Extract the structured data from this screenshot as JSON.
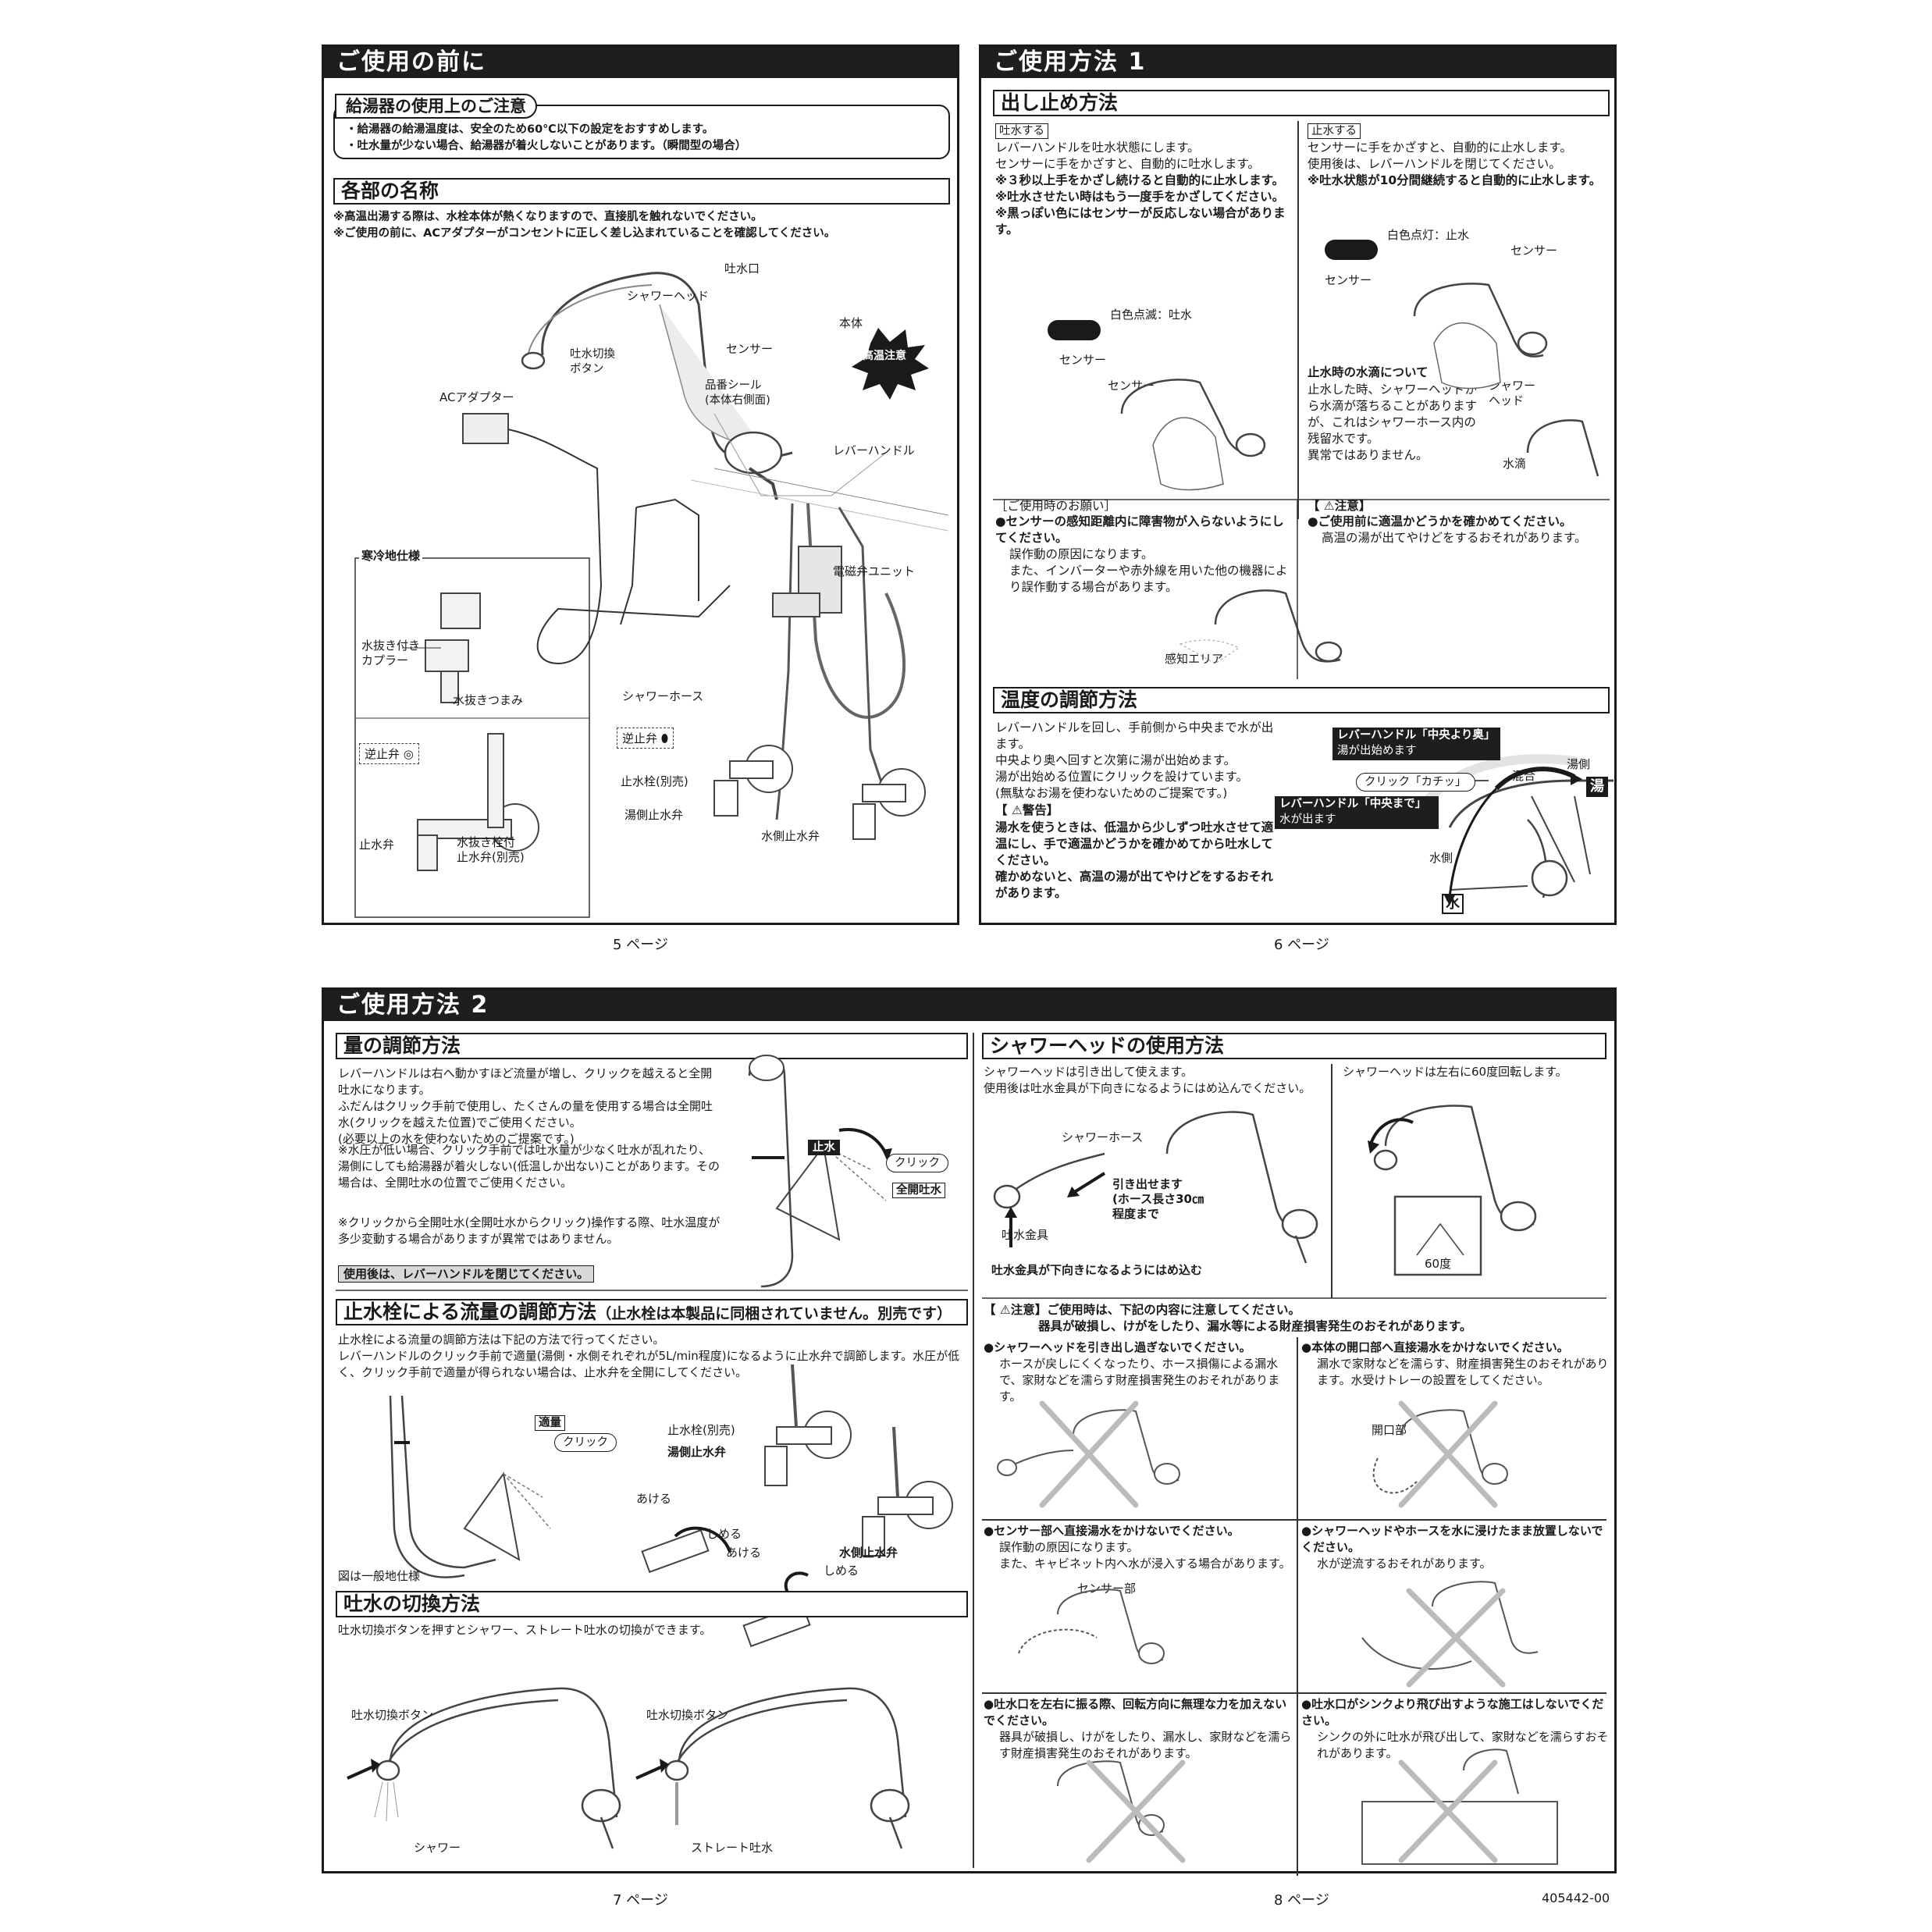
{
  "p5": {
    "header": "ご使用の前に",
    "boiler_title": "給湯器の使用上のご注意",
    "boiler_notes": "・給湯器の給湯温度は、安全のため60℃以下の設定をおすすめします。\n・吐水量が少ない場合、給湯器が着火しないことがあります。（瞬間型の場合）",
    "parts_title": "各部の名称",
    "parts_notes": "※高温出湯する際は、水栓本体が熱くなりますので、直接肌を触れないでください。\n※ご使用の前に、ACアダプターがコンセントに正しく差し込まれていることを確認してください。",
    "labels": {
      "spout": "吐水口",
      "shower_head": "シャワーヘッド",
      "body": "本体",
      "sensor": "センサー",
      "switch_button": "吐水切換\nボタン",
      "high_temp": "高温注意",
      "ac_adapter": "ACアダプター",
      "product_seal": "品番シール\n(本体右側面)",
      "lever": "レバーハンドル",
      "solenoid": "電磁弁ユニット",
      "cold_region": "寒冷地仕様",
      "drain_coupler": "水抜き付き\nカプラー",
      "drain_knob": "水抜きつまみ",
      "check_valve": "逆止弁",
      "shower_hose": "シャワーホース",
      "stop_valve_sep": "止水栓(別売)",
      "hot_stop_valve": "湯側止水弁",
      "cold_stop_valve": "水側止水弁",
      "stop_valve": "止水弁",
      "drain_plug_valve": "水抜き栓付\n止水弁(別売)"
    },
    "page_number": "5 ページ"
  },
  "p6": {
    "header": "ご使用方法 1",
    "section1_title": "出し止め方法",
    "dispense_tag": "吐水する",
    "dispense_text": "レバーハンドルを吐水状態にします。\nセンサーに手をかざすと、自動的に吐水します。",
    "dispense_bold": "※３秒以上手をかざし続けると自動的に止水します。\n※吐水させたい時はもう一度手をかざしてください。\n※黒っぽい色にはセンサーが反応しない場合があります。",
    "blink_label": "白色点滅：吐水",
    "sensor_label": "センサー",
    "stop_tag": "止水する",
    "stop_text": "センサーに手をかざすと、自動的に止水します。\n使用後は、レバーハンドルを閉じてください。",
    "stop_bold": "※吐水状態が10分間継続すると自動的に止水します。",
    "lit_label": "白色点灯：止水",
    "drip_title": "止水時の水滴について",
    "drip_text": "止水した時、シャワーヘッドから水滴が落ちることがありますが、これはシャワーホース内の残留水です。\n異常ではありません。",
    "shower_head_label": "シャワー\nヘッド",
    "water_drop_label": "水滴",
    "request_title": "［ご使用時のお願い］",
    "request_bold": "●センサーの感知距離内に障害物が入らないようにしてください。",
    "request_text": "誤作動の原因になります。\nまた、インバーターや赤外線を用いた他の機器により誤作動する場合があります。",
    "detect_area": "感知エリア",
    "caution_title": "【 ⚠注意】",
    "caution_bold": "●ご使用前に適温かどうかを確かめてください。",
    "caution_text": "高温の湯が出てやけどをするおそれがあります。",
    "temp_title": "温度の調節方法",
    "temp_text": "レバーハンドルを回し、手前側から中央まで水が出ます。\n中央より奥へ回すと次第に湯が出始めます。\n湯が出始める位置にクリックを設けています。\n(無駄なお湯を使わないためのご提案です。)",
    "warning_title": "【 ⚠警告】",
    "warning_bold": "湯水を使うときは、低温から少しずつ吐水させて適温にし、手で適温かどうかを確かめてから吐水してください。\n確かめないと、高温の湯が出てやけどをするおそれがあります。",
    "lever_back_title": "レバーハンドル「中央より奥」",
    "lever_back_text": "湯が出始めます",
    "click_label": "クリック「カチッ」",
    "lever_center_title": "レバーハンドル「中央まで」",
    "lever_center_text": "水が出ます",
    "mix_label": "混合",
    "hot_side_label": "湯側",
    "hot_label": "湯",
    "cold_side_label": "水側",
    "cold_label": "水",
    "page_number": "6 ページ"
  },
  "p7": {
    "header": "ご使用方法 2",
    "flow_title": "量の調節方法",
    "flow_text": "レバーハンドルは右へ動かすほど流量が増し、クリックを越えると全開吐水になります。\nふだんはクリック手前で使用し、たくさんの量を使用する場合は全開吐水(クリックを越えた位置)でご使用ください。\n(必要以上の水を使わないためのご提案です。)",
    "flow_note1": "※水圧が低い場合、クリック手前では吐水量が少なく吐水が乱れたり、湯側にしても給湯器が着火しない(低温しか出ない)ことがあります。その場合は、全開吐水の位置でご使用ください。",
    "flow_note2": "※クリックから全開吐水(全開吐水からクリック)操作する際、吐水温度が多少変動する場合がありますが異常ではありません。",
    "close_notice": "使用後は、レバーハンドルを閉じてください。",
    "spout_label": "止水",
    "click_label": "クリック",
    "full_label": "全開吐水",
    "valve_title": "止水栓による流量の調節方法",
    "valve_title_sub": "（止水栓は本製品に同梱されていません。別売です）",
    "valve_text": "止水栓による流量の調節方法は下記の方法で行ってください。\nレバーハンドルのクリック手前で適量(湯側・水側それぞれが5L/min程度)になるように止水弁で調節します。水圧が低く、クリック手前で適量が得られない場合は、止水弁を全開にしてください。",
    "proper_label": "適量",
    "click_label2": "クリック",
    "general_note": "図は一般地仕様",
    "valve_sep": "止水栓(別売)",
    "hot_valve": "湯側止水弁",
    "cold_valve": "水側止水弁",
    "open1": "あける",
    "close1": "しめる",
    "open2": "あける",
    "close2": "しめる",
    "switch_title": "吐水の切換方法",
    "switch_text": "吐水切換ボタンを押すとシャワー、ストレート吐水の切換ができます。",
    "switch_btn1": "吐水切換ボタン",
    "switch_btn2": "吐水切換ボタン",
    "shower": "シャワー",
    "straight": "ストレート吐水",
    "page_number": "7 ページ"
  },
  "p8": {
    "head_title": "シャワーヘッドの使用方法",
    "head_text1": "シャワーヘッドは引き出して使えます。\n使用後は吐水金具が下向きになるようにはめ込んでください。",
    "head_text2": "シャワーヘッドは左右に60度回転します。",
    "shower_hose": "シャワーホース",
    "pull_text": "引き出せます\n(ホース長さ30㎝\n程度まで",
    "spout_fitting": "吐水金具",
    "fit_down": "吐水金具が下向きになるようにはめ込む",
    "deg60": "60度",
    "caution_title": "【 ⚠注意】ご使用時は、下記の内容に注意してください。",
    "caution_sub": "器具が破損し、けがをしたり、漏水等による財産損害発生のおそれがあります。",
    "c1_bold": "●シャワーヘッドを引き出し過ぎないでください。",
    "c1_text": "ホースが戻しにくくなったり、ホース損傷による漏水で、家財などを濡らす財産損害発生のおそれがあります。",
    "c2_bold": "●本体の開口部へ直接湯水をかけないでください。",
    "c2_text": "漏水で家財などを濡らす、財産損害発生のおそれがあります。水受けトレーの設置をしてください。",
    "opening": "開口部",
    "c3_bold": "●センサー部へ直接湯水をかけないでください。",
    "c3_text": "誤作動の原因になります。\nまた、キャビネット内へ水が浸入する場合があります。",
    "sensor_part": "センサー部",
    "c4_bold": "●シャワーヘッドやホースを水に浸けたまま放置しないでください。",
    "c4_text": "水が逆流するおそれがあります。",
    "c5_bold": "●吐水口を左右に振る際、回転方向に無理な力を加えないでください。",
    "c5_text": "器具が破損し、けがをしたり、漏水し、家財などを濡らす財産損害発生のおそれがあります。",
    "c6_bold": "●吐水口がシンクより飛び出すような施工はしないでください。",
    "c6_text": "シンクの外に吐水が飛び出して、家財などを濡らすおそれがあります。",
    "page_number": "8 ページ",
    "doc_code": "405442-00"
  }
}
